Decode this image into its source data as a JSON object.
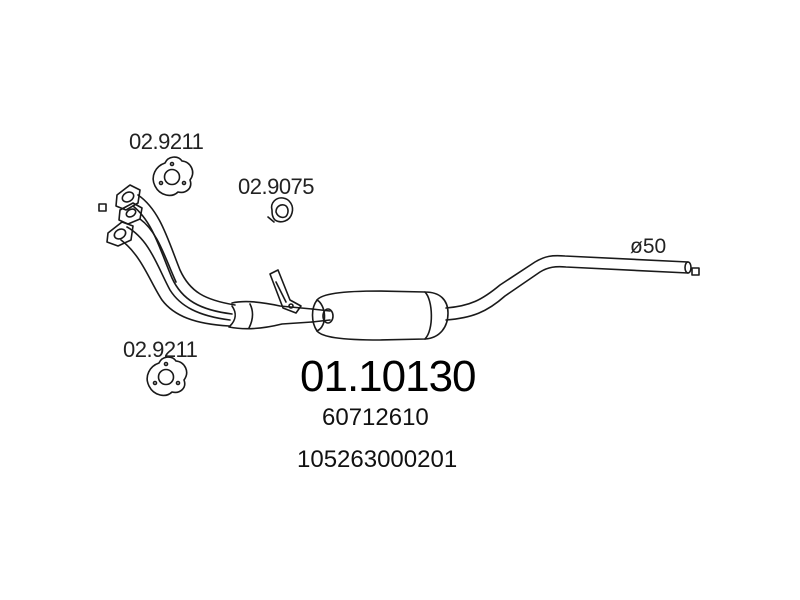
{
  "diagram": {
    "main_part_number": "01.10130",
    "oem_number_1": "60712610",
    "oem_number_2": "105263000201",
    "pipe_diameter": "ø50",
    "accessories": [
      {
        "label": "02.9211",
        "icon": "three-bolt-gasket-icon"
      },
      {
        "label": "02.9075",
        "icon": "rubber-mount-icon"
      },
      {
        "label": "02.9211",
        "icon": "three-bolt-gasket-icon"
      }
    ]
  }
}
